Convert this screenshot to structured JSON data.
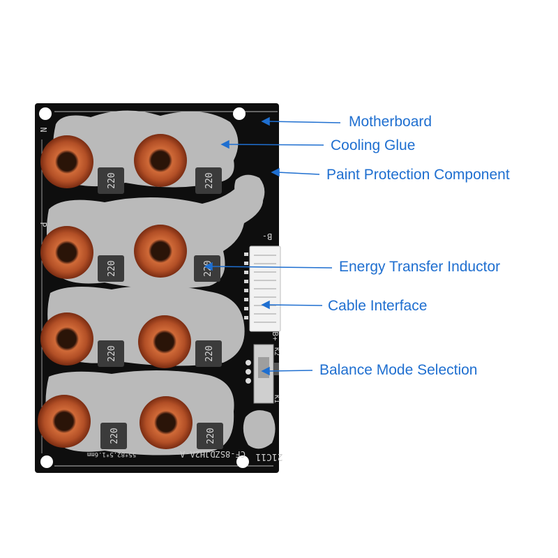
{
  "colors": {
    "label": "#1f6fd0",
    "board": "#0e0e0e",
    "glue": "#c9c9c9",
    "copper": "#b5522a",
    "inductor": "#3b3b3b",
    "connector": "#f2f2f2"
  },
  "callouts": [
    {
      "id": "motherboard",
      "text": "Motherboard"
    },
    {
      "id": "cooling-glue",
      "text": "Cooling Glue"
    },
    {
      "id": "paint-protection",
      "text": "Paint Protection Component"
    },
    {
      "id": "energy-inductor",
      "text": "Energy Transfer Inductor"
    },
    {
      "id": "cable-interface",
      "text": "Cable Interface"
    },
    {
      "id": "balance-mode",
      "text": "Balance Mode Selection"
    }
  ],
  "board": {
    "inductor_label": "220",
    "silk_model": "CF-8SZDJH2A-A",
    "silk_size": "55*82.5*1.6mm",
    "silk_date": "21C11",
    "silk_bminus": "B-",
    "silk_bplus": "B+",
    "silk_n": "N",
    "silk_p": "P",
    "silk_k1": "K1",
    "silk_k2": "K2"
  }
}
